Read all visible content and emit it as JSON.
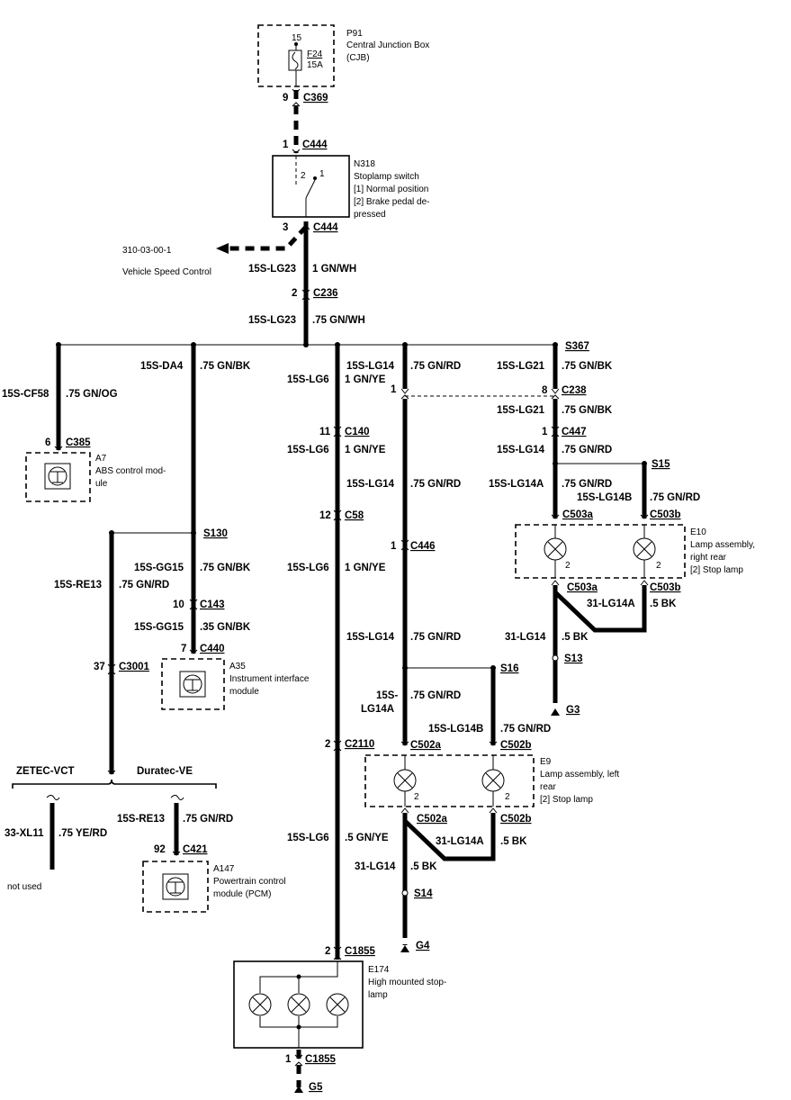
{
  "p91": {
    "id": "P91",
    "name": "Central Junction Box",
    "abbr": "(CJB)",
    "fuse_pin": "15",
    "fuse_id": "F24",
    "fuse_rating": "15A"
  },
  "n318": {
    "id": "N318",
    "name": "Stoplamp switch",
    "pos1": "[1] Normal position",
    "pos2a": "[2] Brake pedal de-",
    "pos2b": "pressed",
    "sw1": "1",
    "sw2": "2"
  },
  "vsc": {
    "ref": "310-03-00-1",
    "label": "Vehicle Speed Control"
  },
  "a7": {
    "id": "A7",
    "l1": "ABS control mod-",
    "l2": "ule"
  },
  "a35": {
    "id": "A35",
    "l1": "Instrument interface",
    "l2": "module"
  },
  "a147": {
    "id": "A147",
    "l1": "Powertrain control",
    "l2": "module (PCM)"
  },
  "e10": {
    "id": "E10",
    "l1": "Lamp assembly,",
    "l2": "right rear",
    "l3": "[2] Stop lamp",
    "p1": "2",
    "p2": "2"
  },
  "e9": {
    "id": "E9",
    "l1": "Lamp assembly, left",
    "l2": "rear",
    "l3": "[2] Stop lamp",
    "p1": "2",
    "p2": "2"
  },
  "e174": {
    "id": "E174",
    "l1": "High mounted stop-",
    "l2": "lamp"
  },
  "variants": {
    "v1": "ZETEC-VCT",
    "v2": "Duratec-VE",
    "not_used": "not used"
  },
  "connectors": {
    "c369": "C369",
    "c444a": "C444",
    "c444b": "C444",
    "c236": "C236",
    "s367": "S367",
    "c238": "C238",
    "c447": "C447",
    "s15": "S15",
    "c503a": "C503a",
    "c503b": "C503b",
    "c503a2": "C503a",
    "c503b2": "C503b",
    "s13": "S13",
    "g3": "G3",
    "c385": "C385",
    "s130": "S130",
    "c143": "C143",
    "c440": "C440",
    "c3001": "C3001",
    "c140": "C140",
    "c58": "C58",
    "c446": "C446",
    "s16": "S16",
    "c2110": "C2110",
    "c502a": "C502a",
    "c502b": "C502b",
    "c502a2": "C502a",
    "c502b2": "C502b",
    "s14": "S14",
    "g4": "G4",
    "c421": "C421",
    "c1855a": "C1855",
    "c1855b": "C1855",
    "g5": "G5"
  },
  "pins": {
    "c369": "9",
    "c444a": "1",
    "c444b": "3",
    "c236": "2",
    "c238": "8",
    "c238b": "1",
    "c447": "1",
    "c385": "6",
    "c143": "10",
    "c440": "7",
    "c3001": "37",
    "c140": "11",
    "c58": "12",
    "c446": "1",
    "c2110": "2",
    "c421": "92",
    "c1855a": "2",
    "c1855b": "1"
  },
  "wires": {
    "w1a": "15S-LG23",
    "w1b": "1 GN/WH",
    "w2a": "15S-LG23",
    "w2b": ".75 GN/WH",
    "cf58a": "15S-CF58",
    "cf58b": ".75 GN/OG",
    "da4a": "15S-DA4",
    "da4b": ".75 GN/BK",
    "lg6a": "15S-LG6",
    "lg6b": "1 GN/YE",
    "lg14a": "15S-LG14",
    "lg14b": ".75 GN/RD",
    "lg21a": "15S-LG21",
    "lg21b": ".75 GN/BK",
    "lg21c": "15S-LG21",
    "lg21d": ".75 GN/BK",
    "lg14c": "15S-LG14",
    "lg14d": ".75 GN/RD",
    "lg14ea": "15S-LG14A",
    "lg14eb": ".75 GN/RD",
    "lg14fa": "15S-LG14B",
    "lg14fb": ".75 GN/RD",
    "r31a": "31-LG14A",
    "r31b": ".5 BK",
    "r31c": "31-LG14",
    "r31d": ".5 BK",
    "re13a": "15S-RE13",
    "re13b": ".75 GN/RD",
    "gg15a": "15S-GG15",
    "gg15b": ".75 GN/BK",
    "gg15c": "15S-GG15",
    "gg15d": ".35 GN/BK",
    "lg6c": "15S-LG6",
    "lg6d": "1 GN/YE",
    "lg14ga": "15S-LG14",
    "lg14gb": ".75 GN/RD",
    "lg6e": "15S-LG6",
    "lg6f": "1 GN/YE",
    "lg14ha": "15S-LG14",
    "lg14hb": ".75 GN/RD",
    "lg14ia1": "15S-",
    "lg14ia2": "LG14A",
    "lg14ib": ".75 GN/RD",
    "lg14ja": "15S-LG14B",
    "lg14jb": ".75 GN/RD",
    "l31a": "31-LG14A",
    "l31b": ".5 BK",
    "l31c": "31-LG14",
    "l31d": ".5 BK",
    "xl11a": "33-XL11",
    "xl11b": ".75 YE/RD",
    "re13c": "15S-RE13",
    "re13d": ".75 GN/RD",
    "lg6g": "15S-LG6",
    "lg6h": ".5 GN/YE"
  }
}
